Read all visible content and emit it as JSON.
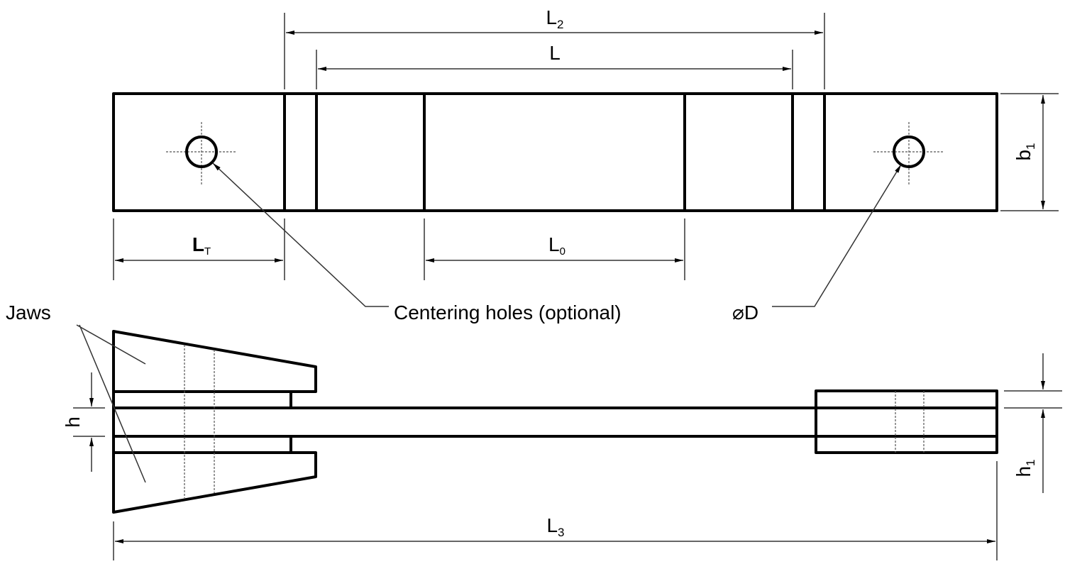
{
  "labels": {
    "L2": {
      "main": "L",
      "sub": "2"
    },
    "L": {
      "main": "L"
    },
    "b1": {
      "main": "b",
      "sub": "1"
    },
    "LT": {
      "main": "L",
      "sub": "T"
    },
    "L0": {
      "main": "L",
      "sub": "0"
    },
    "centering_holes": "Centering holes (optional)",
    "diameter": "⌀D",
    "jaws": "Jaws",
    "h": {
      "main": "h"
    },
    "h1": {
      "main": "h",
      "sub": "1"
    },
    "L3": {
      "main": "L",
      "sub": "3"
    }
  }
}
